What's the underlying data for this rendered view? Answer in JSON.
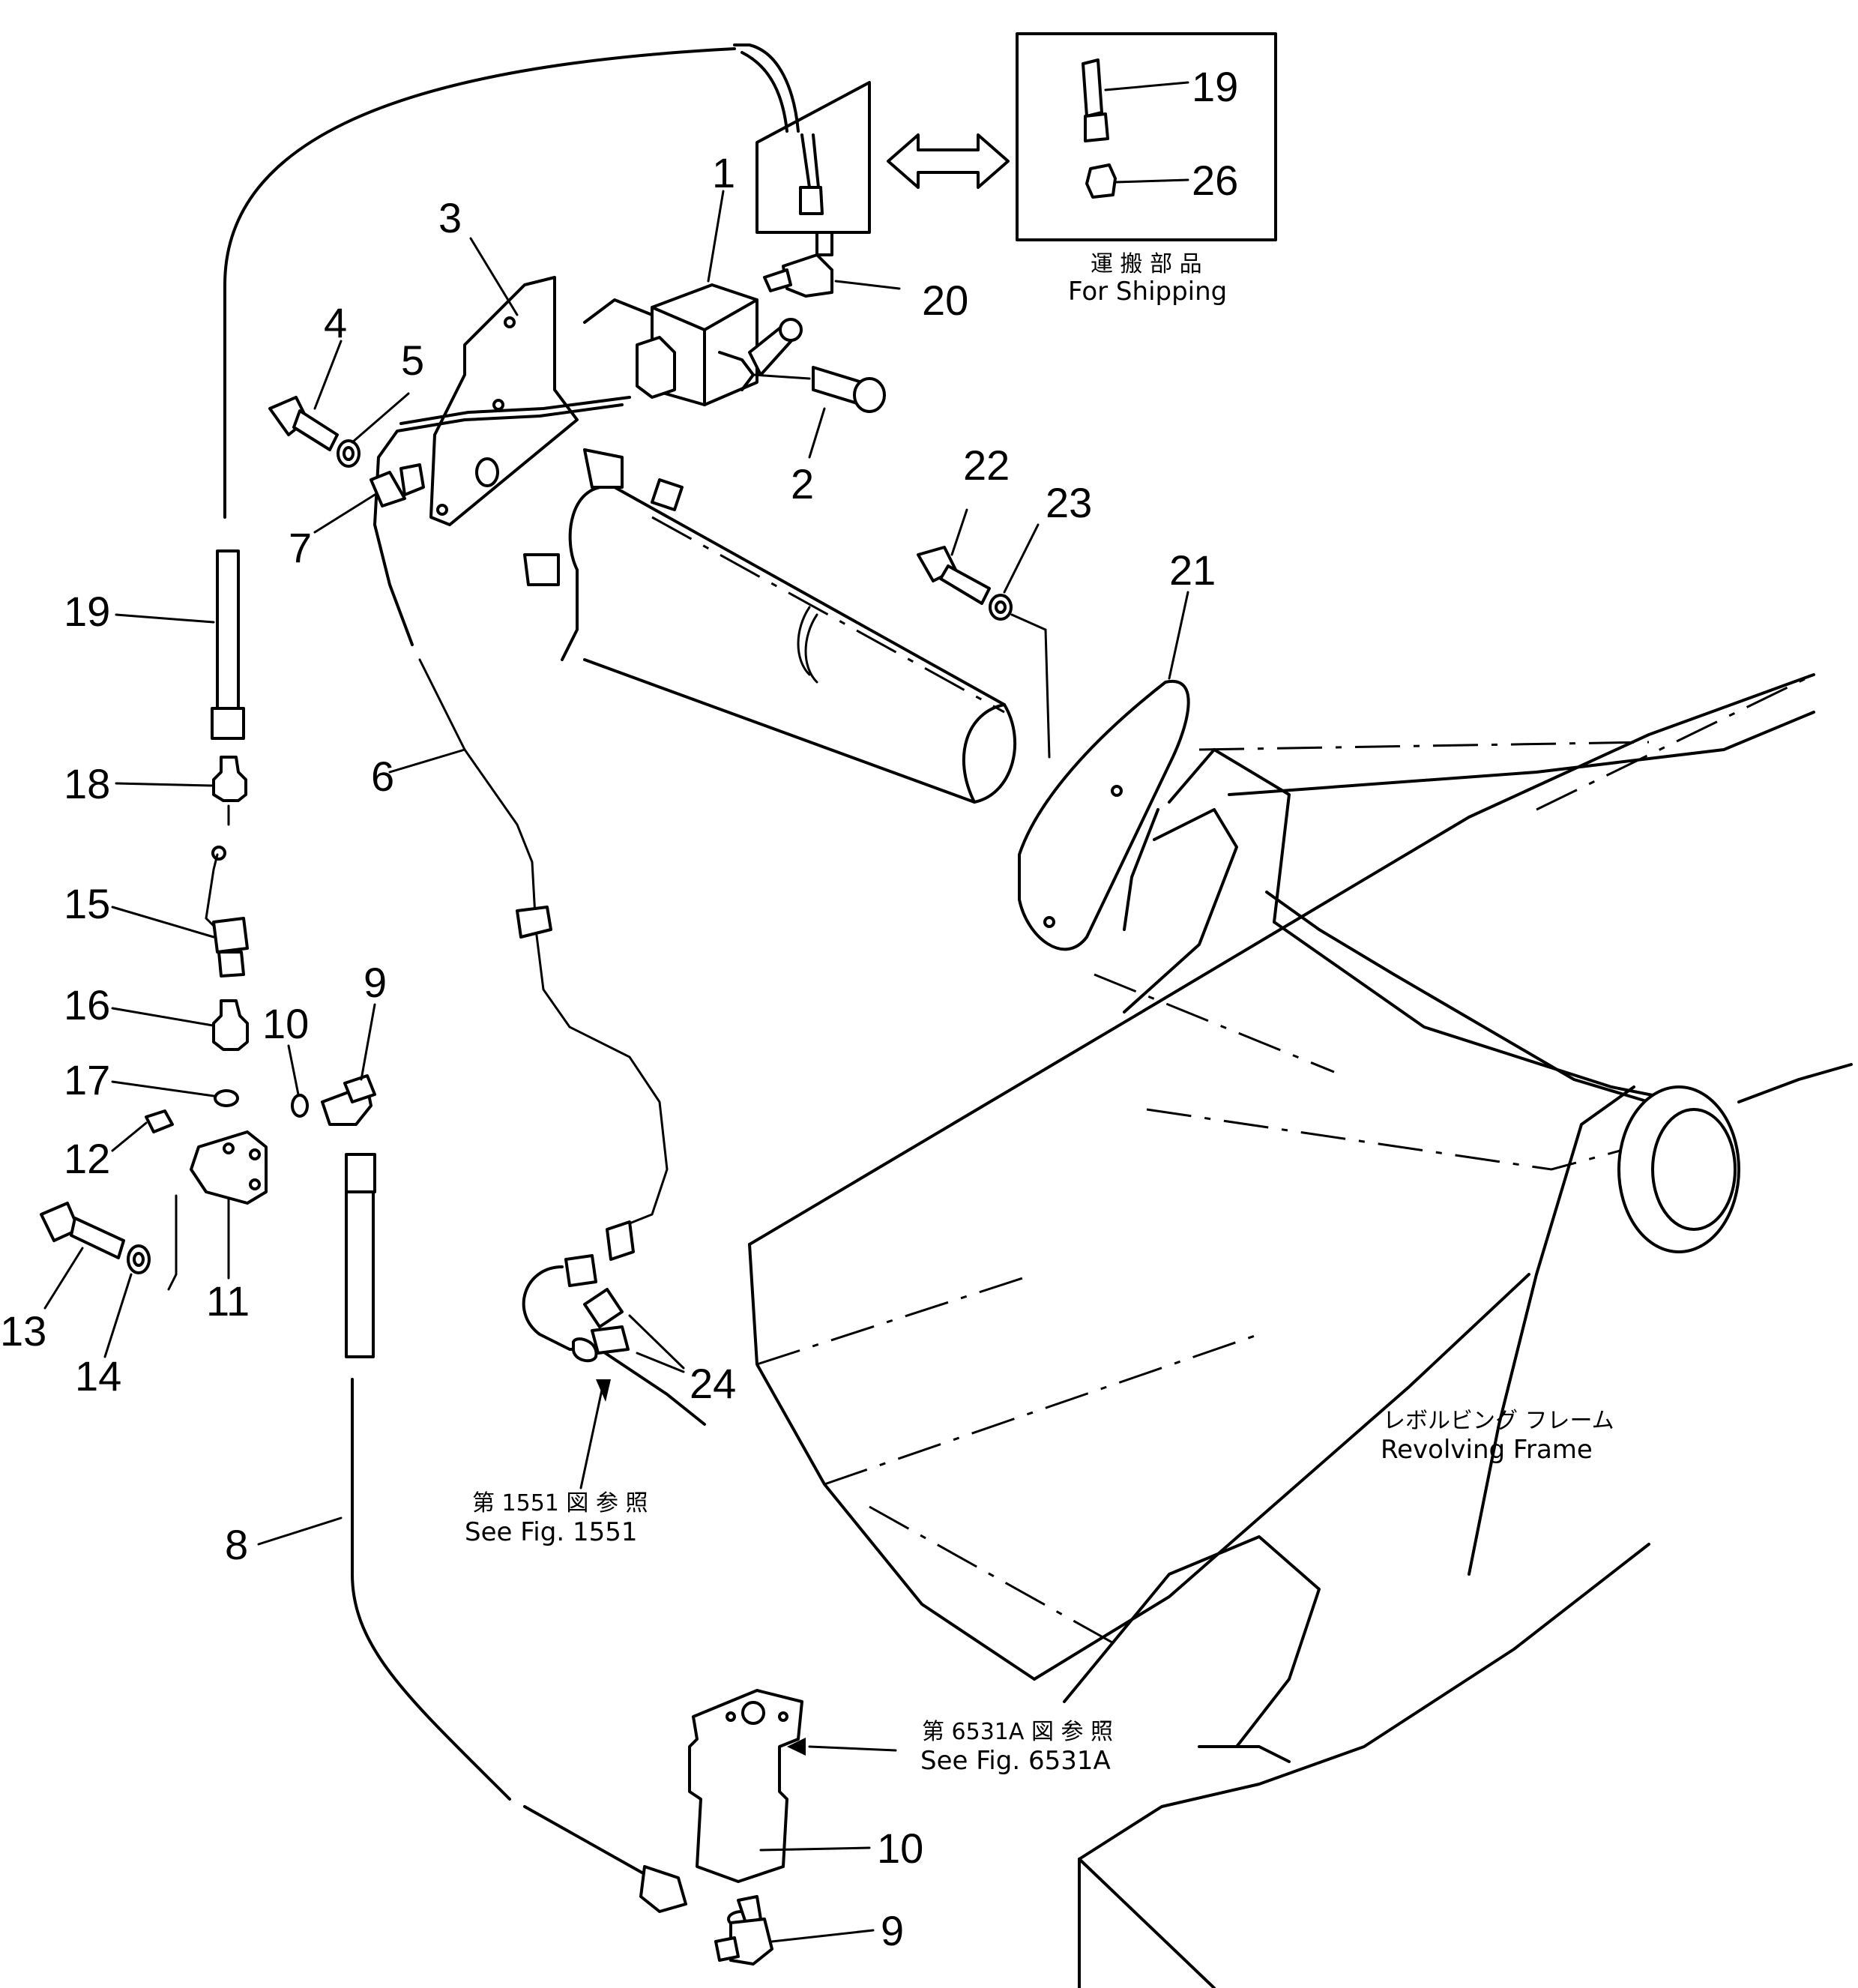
{
  "callouts": {
    "c1": "1",
    "c2": "2",
    "c3": "3",
    "c4": "4",
    "c5": "5",
    "c6": "6",
    "c7": "7",
    "c8": "8",
    "c9a": "9",
    "c9b": "9",
    "c10a": "10",
    "c10b": "10",
    "c11": "11",
    "c12": "12",
    "c13": "13",
    "c14": "14",
    "c15": "15",
    "c16": "16",
    "c17": "17",
    "c18": "18",
    "c19a": "19",
    "c19b": "19",
    "c20": "20",
    "c21": "21",
    "c22": "22",
    "c23": "23",
    "c24": "24",
    "c26": "26"
  },
  "shipping_box": {
    "jp_label": "運 搬 部 品",
    "en_label": "For  Shipping"
  },
  "references": {
    "fig1551_jp": "第 1551 図 参 照",
    "fig1551_en": "See  Fig.  1551",
    "fig6531_jp": "第 6531A 図 参 照",
    "fig6531_en": "See  Fig.  6531A"
  },
  "frame_label": {
    "jp": "レボルビング  フレーム",
    "en": "Revolving  Frame"
  }
}
